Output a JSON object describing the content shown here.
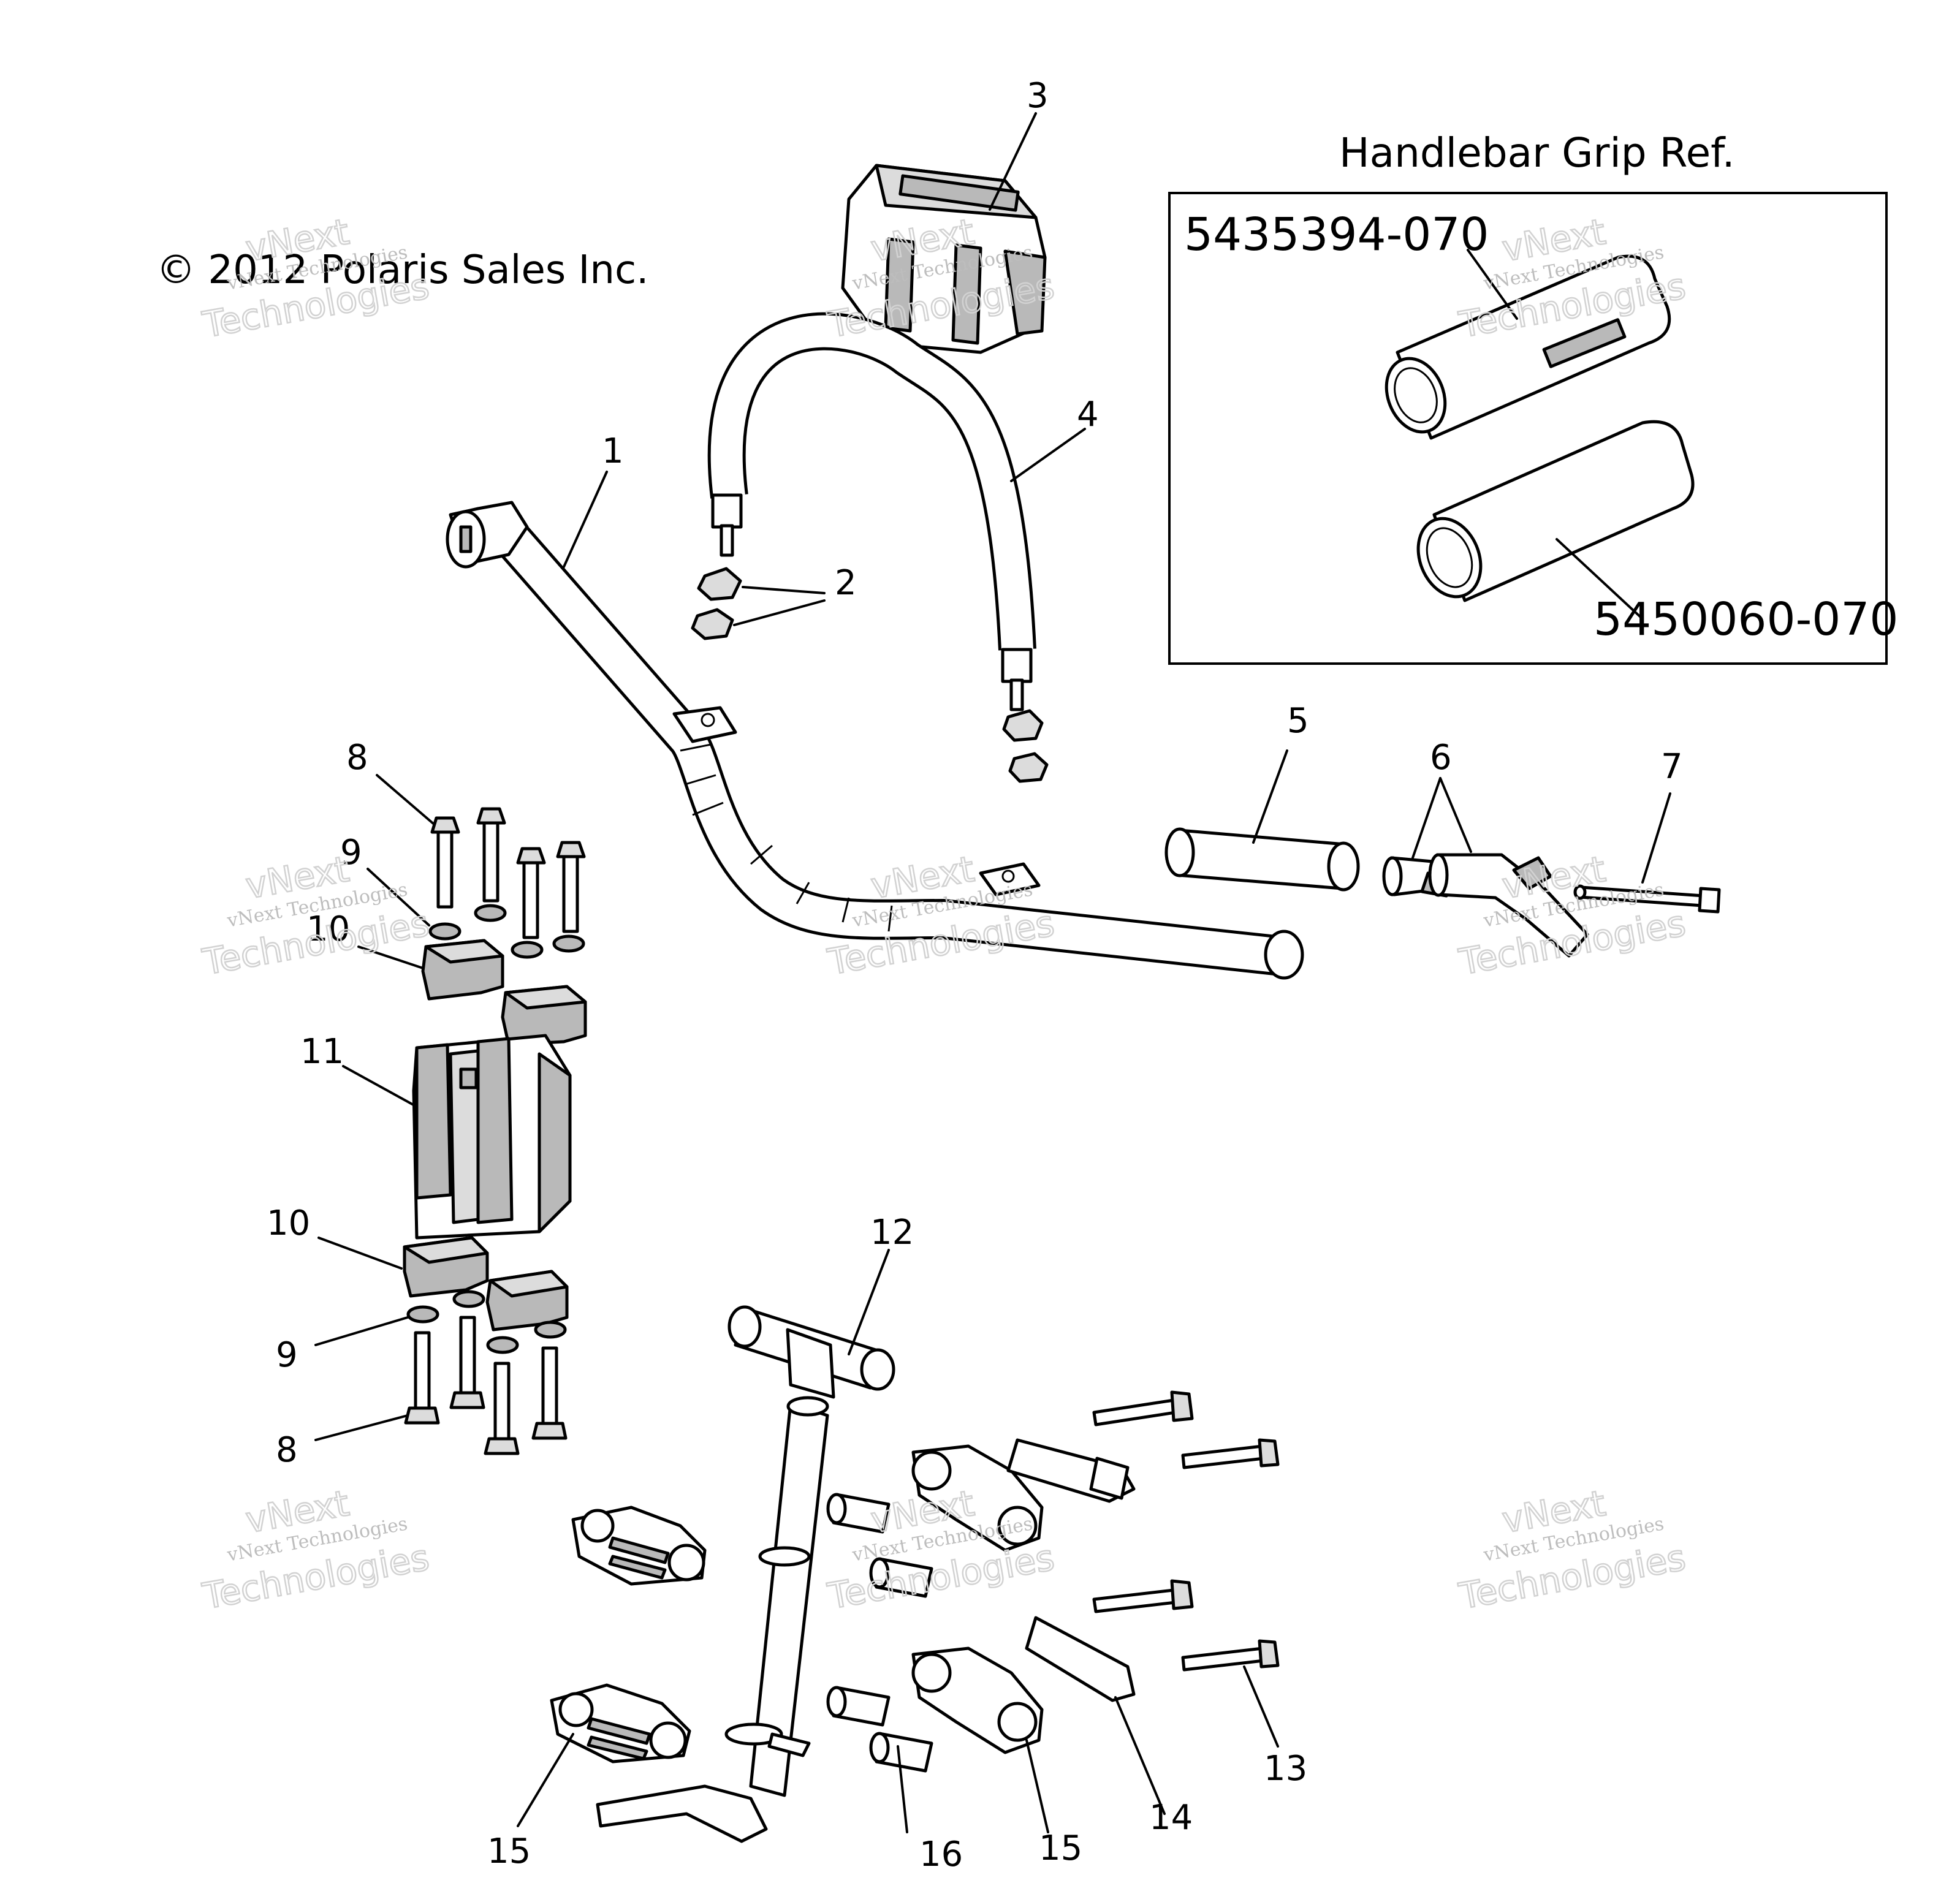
{
  "copyright": "© 2012 Polaris Sales Inc.",
  "watermark": {
    "line1": "vNext Technologies",
    "line2": "Technologies",
    "line3": "vNext"
  },
  "reference_box": {
    "title": "Handlebar Grip Ref.",
    "part_numbers": [
      "5435394-070",
      "5450060-070"
    ]
  },
  "callouts": [
    "1",
    "2",
    "3",
    "4",
    "5",
    "6",
    "7",
    "8",
    "9",
    "10",
    "11",
    "10",
    "9",
    "8",
    "12",
    "13",
    "14",
    "15",
    "16",
    "15"
  ],
  "colors": {
    "line": "#000000",
    "shade": "#b9b9b9",
    "watermark": "#c8c8c8"
  }
}
